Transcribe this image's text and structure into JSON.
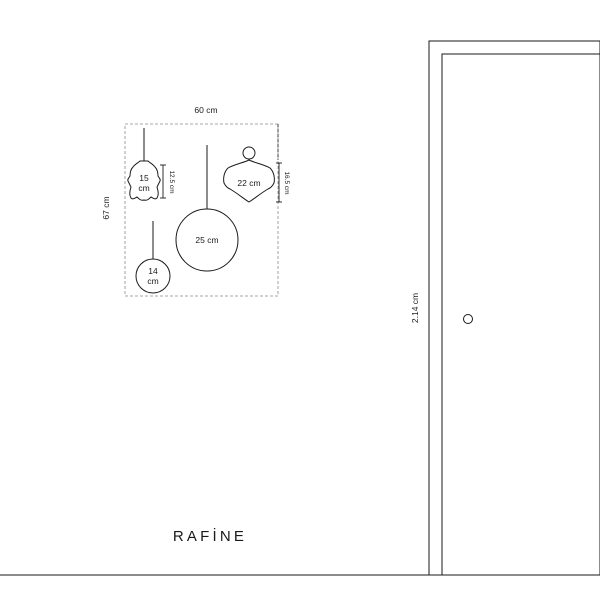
{
  "diagram": {
    "width_label": "60 cm",
    "height_label": "67 cm",
    "door_height_label": "2.14 cm",
    "brand": "RAFİNE",
    "lamps": [
      {
        "id": "hamsa",
        "size_lines": [
          "15",
          "cm"
        ],
        "height_label": "12.5 cm"
      },
      {
        "id": "globe",
        "size_label": "25 cm"
      },
      {
        "id": "small-globe",
        "size_lines": [
          "14",
          "cm"
        ]
      },
      {
        "id": "shell",
        "size_label": "22 cm",
        "height_label": "16.5 cm"
      }
    ]
  }
}
